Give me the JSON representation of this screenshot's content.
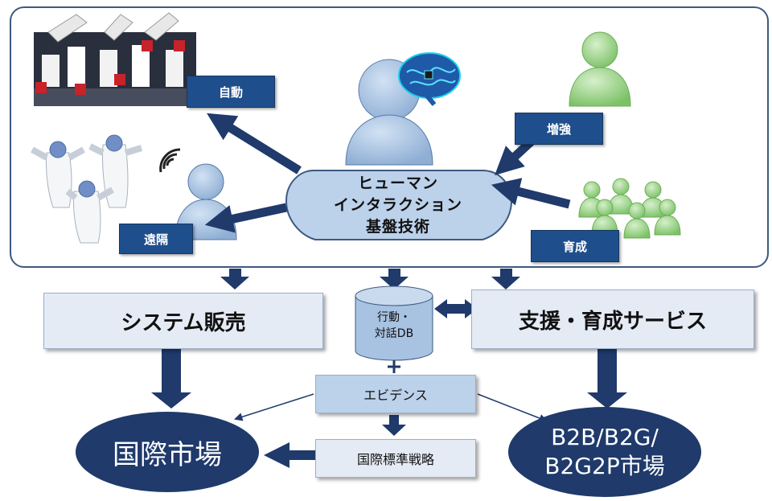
{
  "hub": {
    "line1": "ヒューマン",
    "line2": "インタラクション",
    "line3": "基盤技術"
  },
  "tags": {
    "auto": "自動",
    "remote": "遠隔",
    "enhance": "増強",
    "nurture": "育成"
  },
  "boxes": {
    "system_sales": "システム販売",
    "support_service": "支援・育成サービス",
    "evidence": "エビデンス",
    "standard_strategy": "国際標準戦略"
  },
  "db": {
    "line1": "行動・",
    "line2": "対話DB"
  },
  "markets": {
    "international": "国際市場",
    "b2b_line1": "B2B/B2G/",
    "b2b_line2": "B2G2P市場"
  },
  "colors": {
    "navy": "#1f3a6b",
    "tag_blue": "#1f4e8c",
    "light_blue": "#bcd1ea",
    "green": "#92d080",
    "box_fill": "#e4ebf5"
  },
  "icons": [
    "industrial-robot-arms-icon",
    "humanoid-robot-arms-icon",
    "wifi-icon",
    "person-icon",
    "brain-icon",
    "green-person-icon",
    "green-group-icon"
  ]
}
